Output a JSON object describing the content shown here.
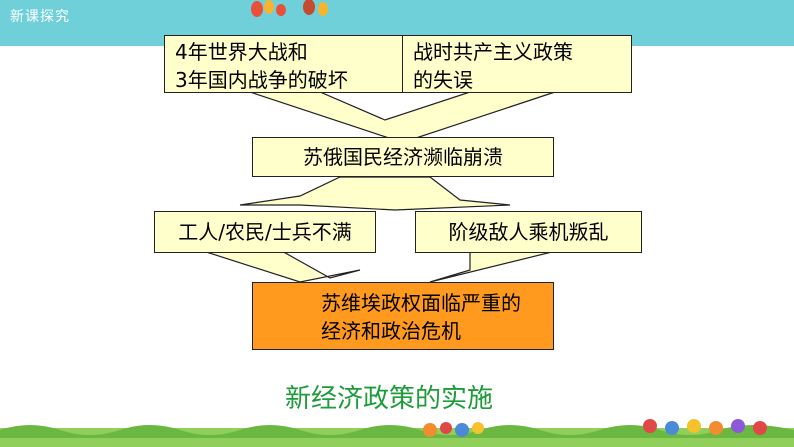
{
  "header": {
    "title": "新课探究"
  },
  "diagram": {
    "cause_left": {
      "line1": "4年世界大战和",
      "line2": "3年国内战争的破坏"
    },
    "cause_right": {
      "line1": "战时共产主义政策",
      "line2": "的失误"
    },
    "collapse": "苏俄国民经济濒临崩溃",
    "discontent": "工人/农民/士兵不满",
    "rebellion": "阶级敌人乘机叛乱",
    "crisis": {
      "line1": "苏维埃政权面临严重的",
      "line2": "经济和政治危机"
    },
    "result": "新经济政策的实施"
  },
  "colors": {
    "header_band": "#6fd0da",
    "box_fill": "#ffffcc",
    "crisis_fill": "#ff9a1e",
    "result_text": "#1e9b3a",
    "arrow_fill": "#ffffcc"
  }
}
